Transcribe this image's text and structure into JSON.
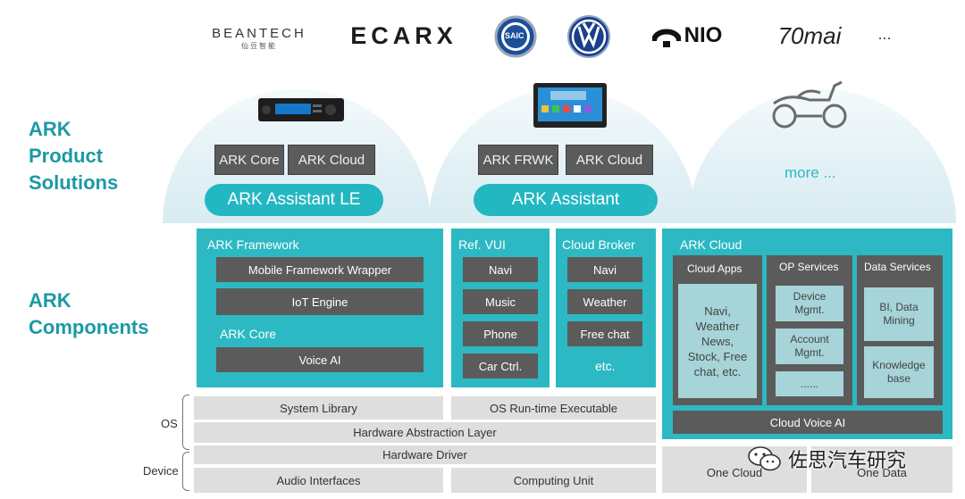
{
  "logos": {
    "beantech": "BEANTECH",
    "beantech_sub": "仙豆智能",
    "ecarx": "ECARX",
    "saic": "SAIC",
    "vw": "VW",
    "nio": "NIO",
    "seventymai": "70mai",
    "ellipsis": "..."
  },
  "left_labels": {
    "product_solutions": [
      "ARK",
      "Product",
      "Solutions"
    ],
    "components": [
      "ARK",
      "Components"
    ]
  },
  "products": {
    "p1": {
      "btn_a": "ARK Core",
      "btn_b": "ARK Cloud",
      "pill": "ARK Assistant LE"
    },
    "p2": {
      "btn_a": "ARK FRWK",
      "btn_b": "ARK Cloud",
      "pill": "ARK Assistant"
    },
    "p3": {
      "more": "more ..."
    }
  },
  "framework": {
    "title": "ARK Framework",
    "items": [
      "Mobile Framework Wrapper",
      "IoT Engine"
    ],
    "core_title": "ARK Core",
    "core_items": [
      "Voice AI"
    ]
  },
  "ref_vui": {
    "title": "Ref. VUI",
    "items": [
      "Navi",
      "Music",
      "Phone",
      "Car Ctrl."
    ]
  },
  "cloud_broker": {
    "title": "Cloud Broker",
    "items": [
      "Navi",
      "Weather",
      "Free chat"
    ],
    "etc": "etc."
  },
  "ark_cloud": {
    "title": "ARK Cloud",
    "cloud_apps": {
      "title": "Cloud Apps",
      "content": [
        "Navi,",
        "Weather",
        "News,",
        "Stock, Free",
        "chat, etc."
      ]
    },
    "op_services": {
      "title": "OP Services",
      "items": [
        [
          "Device",
          "Mgmt."
        ],
        [
          "Account",
          "Mgmt."
        ],
        [
          "......"
        ]
      ]
    },
    "data_services": {
      "title": "Data Services",
      "items": [
        [
          "BI, Data",
          "Mining"
        ],
        [
          "Knowledge",
          "base"
        ]
      ]
    },
    "cloud_voice_ai": "Cloud Voice AI"
  },
  "bottom": {
    "system_library": "System Library",
    "os_runtime": "OS Run-time Executable",
    "hal": "Hardware Abstraction Layer",
    "hw_driver": "Hardware Driver",
    "audio_interfaces": "Audio Interfaces",
    "computing_unit": "Computing Unit",
    "one_cloud": "One Cloud",
    "one_data": "One Data",
    "os_label": "OS",
    "device_label": "Device"
  },
  "watermark": "佐思汽车研究"
}
